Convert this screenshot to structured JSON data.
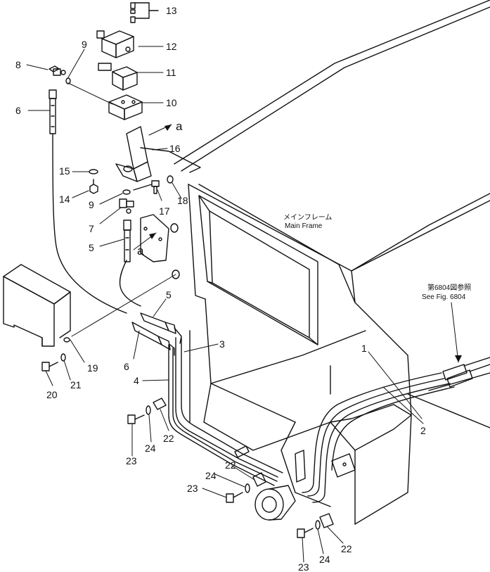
{
  "callouts": {
    "c1": "1",
    "c2": "2",
    "c3": "3",
    "c4": "4",
    "c5a": "5",
    "c5b": "5",
    "c6a": "6",
    "c6b": "6",
    "c7": "7",
    "c8": "8",
    "c9a": "9",
    "c9b": "9",
    "c10": "10",
    "c11": "11",
    "c12": "12",
    "c13": "13",
    "c14": "14",
    "c15": "15",
    "c16": "16",
    "c17": "17",
    "c18": "18",
    "c19": "19",
    "c20": "20",
    "c21": "21",
    "c22a": "22",
    "c22b": "22",
    "c22c": "22",
    "c23a": "23",
    "c23b": "23",
    "c23c": "23",
    "c24a": "24",
    "c24b": "24",
    "c24c": "24"
  },
  "view_marks": {
    "a1": "a",
    "a2": "a"
  },
  "notes": {
    "main_frame_jp": "メインフレーム",
    "main_frame_en": "Main Frame",
    "see_fig_jp": "第6804図参照",
    "see_fig_en": "See Fig. 6804"
  }
}
